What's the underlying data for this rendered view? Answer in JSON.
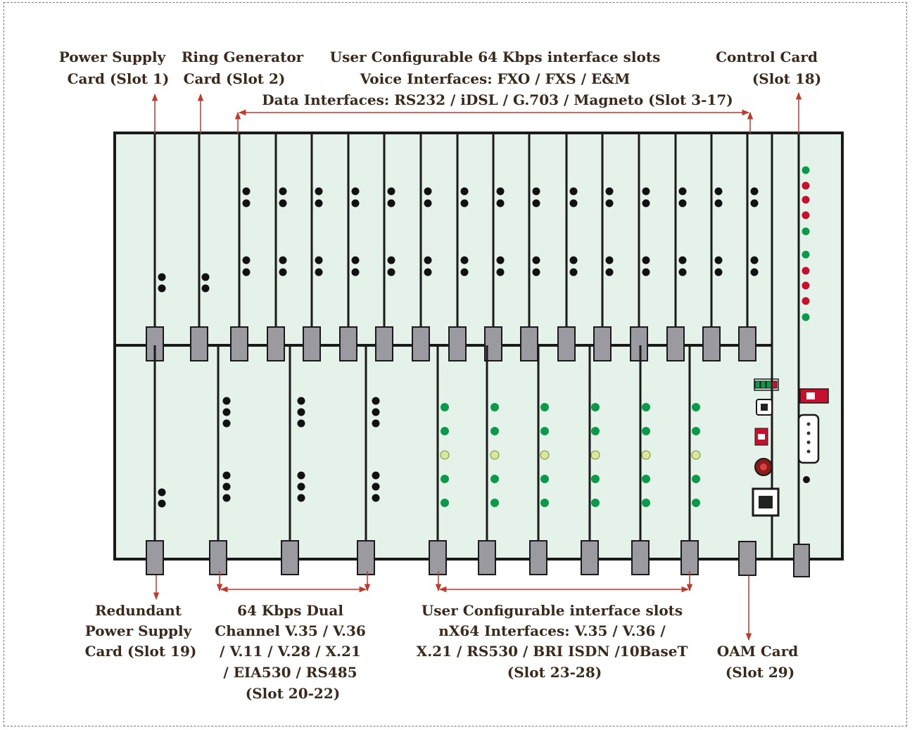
{
  "labels": {
    "power_supply": [
      "Power Supply",
      "Card (Slot 1)"
    ],
    "ring_generator": [
      "Ring Generator",
      "Card (Slot 2)"
    ],
    "user_64k": [
      "User Configurable 64 Kbps interface slots",
      "Voice Interfaces: FXO / FXS / E&M",
      "Data Interfaces: RS232 / iDSL / G.703 / Magneto (Slot 3-17)"
    ],
    "control_card": [
      "Control Card",
      "(Slot 18)"
    ],
    "redundant_power": [
      "Redundant",
      "Power Supply",
      "Card (Slot 19)"
    ],
    "dual_channel": [
      "64 Kbps Dual",
      "Channel V.35 / V.36",
      "/ V.11 / V.28 / X.21",
      "/ EIA530 / RS485",
      "(Slot 20-22)"
    ],
    "user_nx64": [
      "User Configurable interface slots",
      "nX64 Interfaces: V.35 / V.36 /",
      "X.21 / RS530 / BRI ISDN  /10BaseT",
      "(Slot 23-28)"
    ],
    "oam_card": [
      "OAM Card",
      "(Slot 29)"
    ]
  },
  "colors": {
    "panel": "#e4f2ea",
    "border": "#1a1a1a",
    "arrow": "#c0392b",
    "connector": "#9a9aa0",
    "led_green": "#0a9a4a",
    "led_red": "#c8102e",
    "led_yellow": "#d9e89a",
    "text": "#3a2a1c"
  }
}
